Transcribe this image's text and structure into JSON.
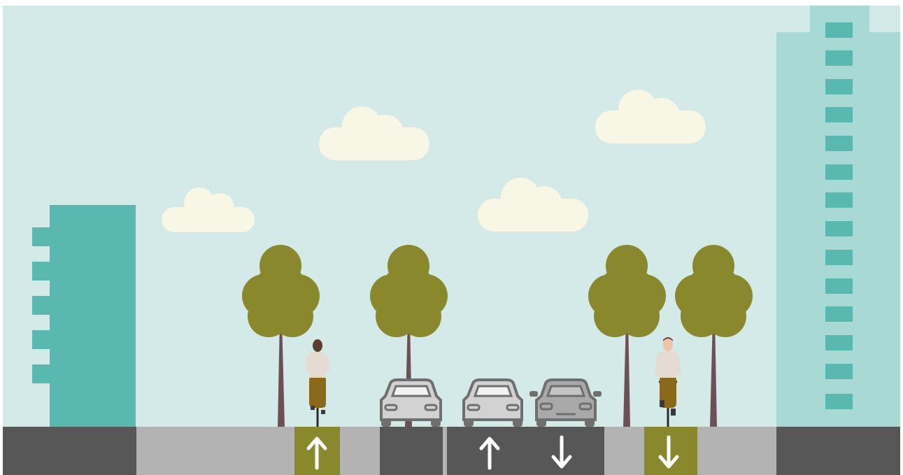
{
  "scene": {
    "type": "street-cross-section",
    "colors": {
      "sky": "#d4eae8",
      "cloud": "#f8f6e4",
      "building_left": "#59b9b0",
      "building_right": "#a9d9d4",
      "building_window": "#59b9b0",
      "tree_canopy": "#8a882c",
      "tree_trunk": "#6d4f55",
      "ground_dark": "#575757",
      "ground_light": "#b3b3b3",
      "bike_lane": "#8a882c",
      "arrow": "#ffffff",
      "car_body": "#d2d2d2",
      "car_body_dark": "#a9a9a9",
      "car_outline": "#6f6f6f"
    },
    "segments": [
      {
        "name": "left-building-base",
        "kind": "dark"
      },
      {
        "name": "left-sidewalk",
        "kind": "light"
      },
      {
        "name": "bike-lane-up",
        "kind": "bike",
        "direction": "up"
      },
      {
        "name": "buffer-left",
        "kind": "light"
      },
      {
        "name": "parking-lane",
        "kind": "dark"
      },
      {
        "name": "travel-lane-up",
        "kind": "dark",
        "direction": "up"
      },
      {
        "name": "travel-lane-down",
        "kind": "dark",
        "direction": "down"
      },
      {
        "name": "buffer-right",
        "kind": "light"
      },
      {
        "name": "bike-lane-down",
        "kind": "bike",
        "direction": "down"
      },
      {
        "name": "right-sidewalk",
        "kind": "light"
      },
      {
        "name": "right-building-base",
        "kind": "dark"
      }
    ],
    "trees": 4,
    "cars": [
      {
        "name": "parked-car",
        "facing": "front",
        "tone": "light"
      },
      {
        "name": "car-northbound",
        "facing": "back",
        "tone": "light"
      },
      {
        "name": "car-southbound",
        "facing": "front",
        "tone": "dark"
      }
    ],
    "cyclists": [
      {
        "name": "cyclist-northbound",
        "facing": "away"
      },
      {
        "name": "cyclist-southbound",
        "facing": "toward"
      }
    ],
    "icons": [
      "up-arrow-icon",
      "down-arrow-icon",
      "car-icon",
      "cyclist-icon",
      "tree-icon",
      "cloud-icon",
      "building-icon"
    ]
  }
}
